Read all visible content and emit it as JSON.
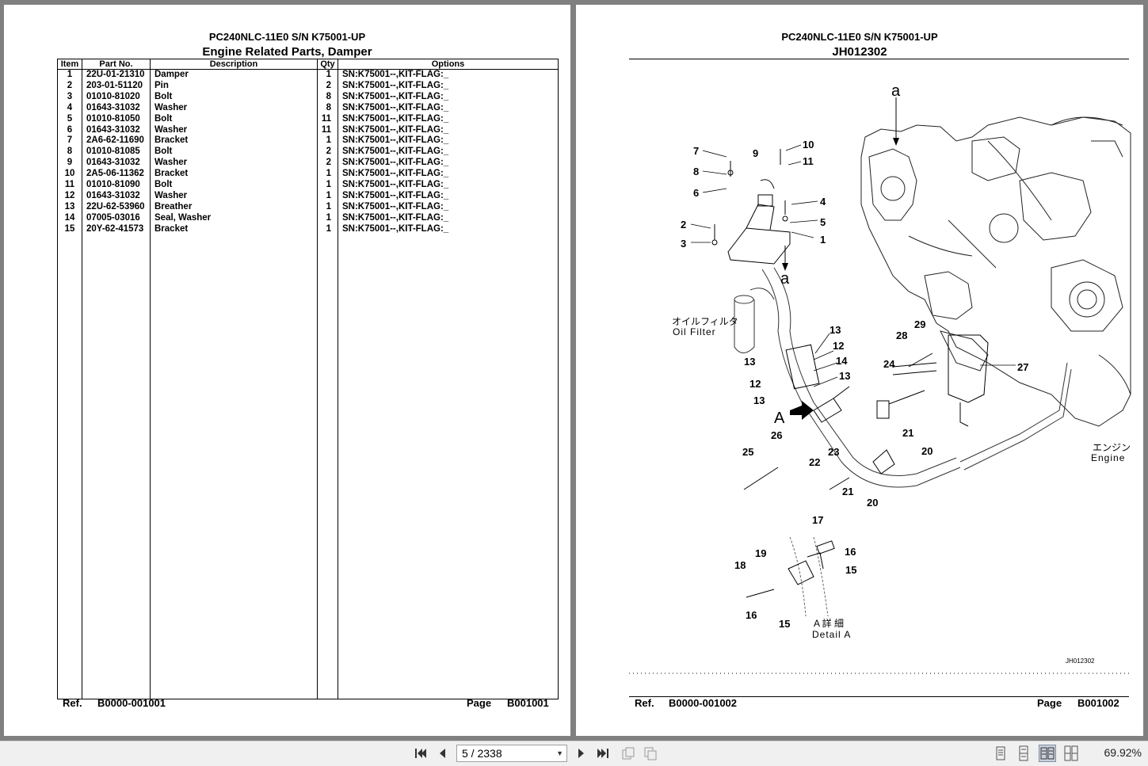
{
  "left_page": {
    "header_model": "PC240NLC-11E0 S/N K75001-UP",
    "header_title": "Engine Related Parts, Damper",
    "columns": [
      "Item",
      "Part No.",
      "Description",
      "Qty",
      "Options"
    ],
    "rows": [
      [
        "1",
        "22U-01-21310",
        "Damper",
        "1",
        "SN:K75001--,KIT-FLAG:_"
      ],
      [
        "2",
        "203-01-51120",
        "Pin",
        "2",
        "SN:K75001--,KIT-FLAG:_"
      ],
      [
        "3",
        "01010-81020",
        "Bolt",
        "8",
        "SN:K75001--,KIT-FLAG:_"
      ],
      [
        "4",
        "01643-31032",
        "Washer",
        "8",
        "SN:K75001--,KIT-FLAG:_"
      ],
      [
        "5",
        "01010-81050",
        "Bolt",
        "11",
        "SN:K75001--,KIT-FLAG:_"
      ],
      [
        "6",
        "01643-31032",
        "Washer",
        "11",
        "SN:K75001--,KIT-FLAG:_"
      ],
      [
        "7",
        "2A6-62-11690",
        "Bracket",
        "1",
        "SN:K75001--,KIT-FLAG:_"
      ],
      [
        "8",
        "01010-81085",
        "Bolt",
        "2",
        "SN:K75001--,KIT-FLAG:_"
      ],
      [
        "9",
        "01643-31032",
        "Washer",
        "2",
        "SN:K75001--,KIT-FLAG:_"
      ],
      [
        "10",
        "2A5-06-11362",
        "Bracket",
        "1",
        "SN:K75001--,KIT-FLAG:_"
      ],
      [
        "11",
        "01010-81090",
        "Bolt",
        "1",
        "SN:K75001--,KIT-FLAG:_"
      ],
      [
        "12",
        "01643-31032",
        "Washer",
        "1",
        "SN:K75001--,KIT-FLAG:_"
      ],
      [
        "13",
        "22U-62-53960",
        "Breather",
        "1",
        "SN:K75001--,KIT-FLAG:_"
      ],
      [
        "14",
        "07005-03016",
        "Seal, Washer",
        "1",
        "SN:K75001--,KIT-FLAG:_"
      ],
      [
        "15",
        "20Y-62-41573",
        "Bracket",
        "1",
        "SN:K75001--,KIT-FLAG:_"
      ]
    ],
    "footer_ref_label": "Ref.",
    "footer_ref": "B0000-001001",
    "footer_page_label": "Page",
    "footer_page": "B001001"
  },
  "right_page": {
    "header_model": "PC240NLC-11E0 S/N K75001-UP",
    "header_title": "JH012302",
    "diagram_id": "JH012302",
    "callouts": [
      "1",
      "2",
      "3",
      "4",
      "5",
      "6",
      "7",
      "8",
      "9",
      "10",
      "11",
      "12",
      "13",
      "14",
      "15",
      "16",
      "17",
      "18",
      "19",
      "20",
      "21",
      "22",
      "23",
      "24",
      "25",
      "26",
      "27",
      "28",
      "29"
    ],
    "labels": {
      "view_a": "a",
      "oil_filter_jp": "オイルフィルタ",
      "oil_filter_en": "Oil Filter",
      "engine_jp": "エンジン",
      "engine_en": "Engine",
      "detail_jp": "A 詳 細",
      "detail_en": "Detail A",
      "arrow_a": "A"
    },
    "footer_ref_label": "Ref.",
    "footer_ref": "B0000-001002",
    "footer_page_label": "Page",
    "footer_page": "B001002"
  },
  "toolbar": {
    "page_display": "5 / 2338",
    "zoom": "69.92%",
    "icons": [
      "first-page-icon",
      "previous-page-icon",
      "next-page-icon",
      "last-page-icon",
      "rotate-icon",
      "fit-icon",
      "single-page-view-icon",
      "continuous-view-icon",
      "two-page-view-icon",
      "two-page-continuous-view-icon"
    ]
  }
}
